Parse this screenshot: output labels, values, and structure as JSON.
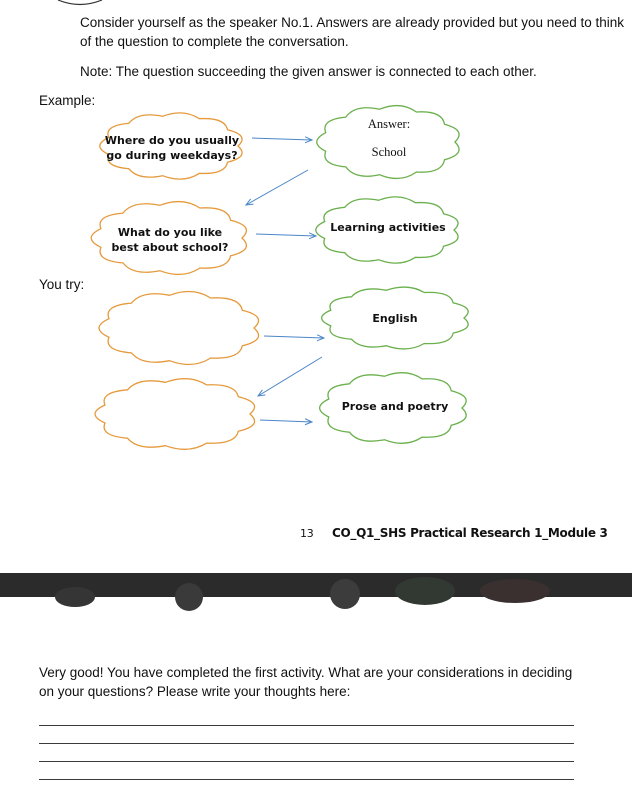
{
  "page1": {
    "instruction": "Consider yourself as the speaker No.1. Answers are already provided but you need to think of the question to complete the conversation.",
    "note": "Note: The question succeeding the given answer is connected to each other.",
    "example_label": "Example:",
    "you_try_label": "You try:",
    "example": {
      "q1": "Where do you usually go during weekdays?",
      "a1_label": "Answer:",
      "a1": "School",
      "q2": "What do you like best about school?",
      "a2": "Learning activities"
    },
    "you_try": {
      "q1": "",
      "a1": "English",
      "q2": "",
      "a2": "Prose and poetry"
    },
    "page_number": "13",
    "module_code": "CO_Q1_SHS Practical Research 1_Module 3"
  },
  "page2": {
    "prompt": "Very good! You have completed the first activity. What are your considerations in deciding on your questions? Please write your thoughts here:"
  },
  "colors": {
    "question_cloud": "#e59a3c",
    "answer_cloud": "#6ab04c",
    "arrow": "#4a86c8",
    "band": "#2b2b2b"
  }
}
